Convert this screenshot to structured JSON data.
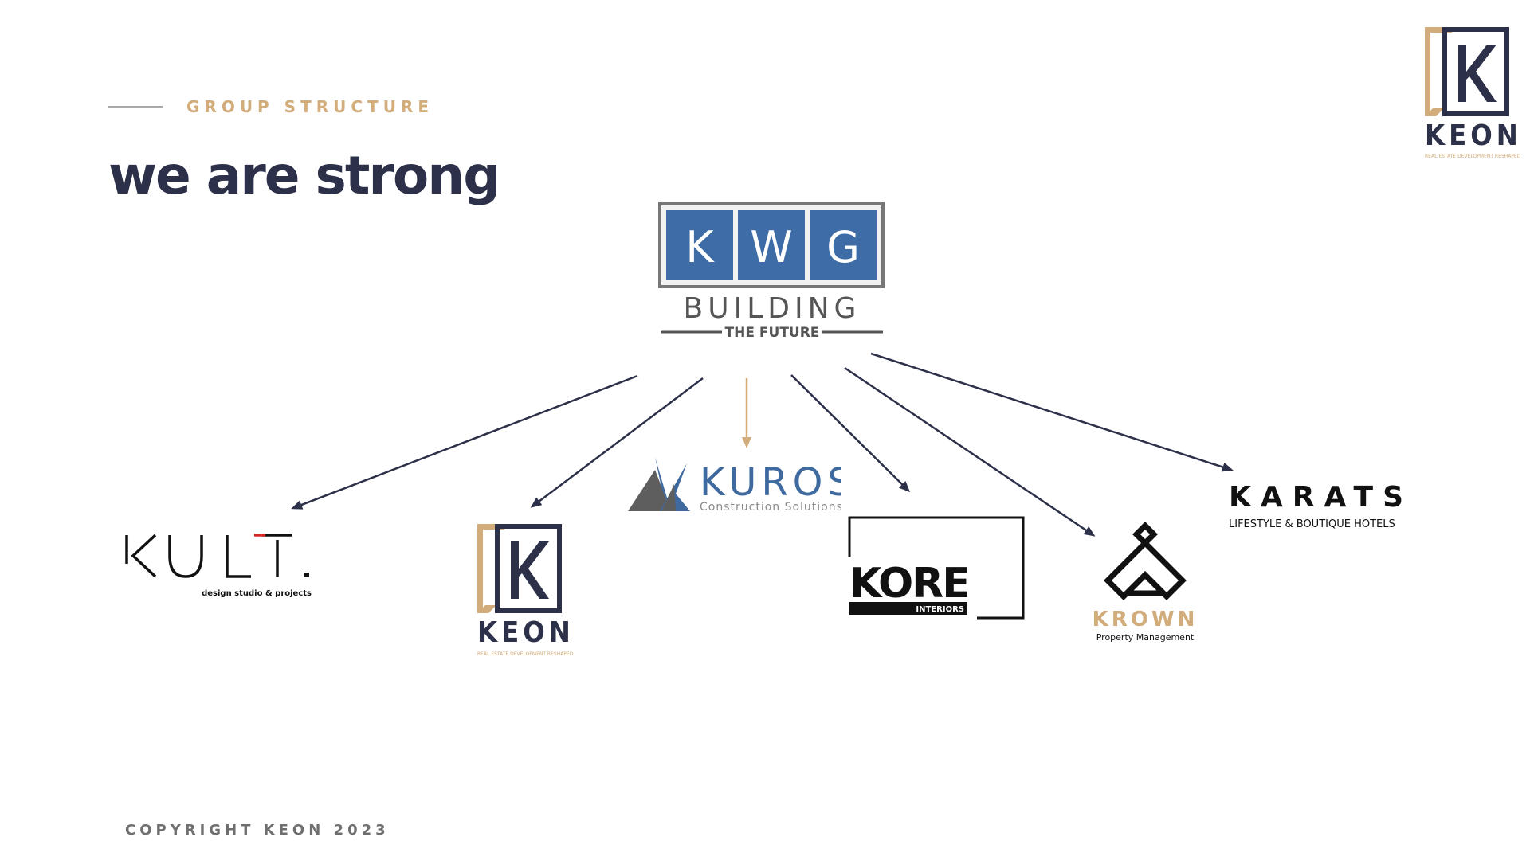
{
  "header": {
    "eyebrow": "GROUP STRUCTURE",
    "title": "we are strong"
  },
  "corner_logo": {
    "word": "KEON",
    "tagline": "REAL ESTATE DEVELOPMENT RESHAPED"
  },
  "parent": {
    "letters": [
      "K",
      "W",
      "G"
    ],
    "word": "BUILDING",
    "tagline": "THE FUTURE"
  },
  "subsidiaries": {
    "kult": {
      "name": "KULT.",
      "tagline": "design studio & projects"
    },
    "keon": {
      "word": "KEON",
      "tagline": "REAL ESTATE DEVELOPMENT RESHAPED"
    },
    "kuros": {
      "word": "KUROS",
      "tagline": "Construction Solutions"
    },
    "kore": {
      "word": "KORE",
      "tagline": "INTERIORS"
    },
    "krown": {
      "word": "KROWN",
      "tagline": "Property Management"
    },
    "karats": {
      "word": "KARATS",
      "tagline": "LIFESTYLE & BOUTIQUE HOTELS"
    }
  },
  "footer": {
    "copyright": "COPYRIGHT KEON 2023"
  },
  "colors": {
    "navy": "#2c3049",
    "gold": "#d2ad7b",
    "kwg_blue": "#3d6ca6",
    "kuros_blue": "#3e6aa0",
    "kuros_grey": "#5e5e5e"
  }
}
